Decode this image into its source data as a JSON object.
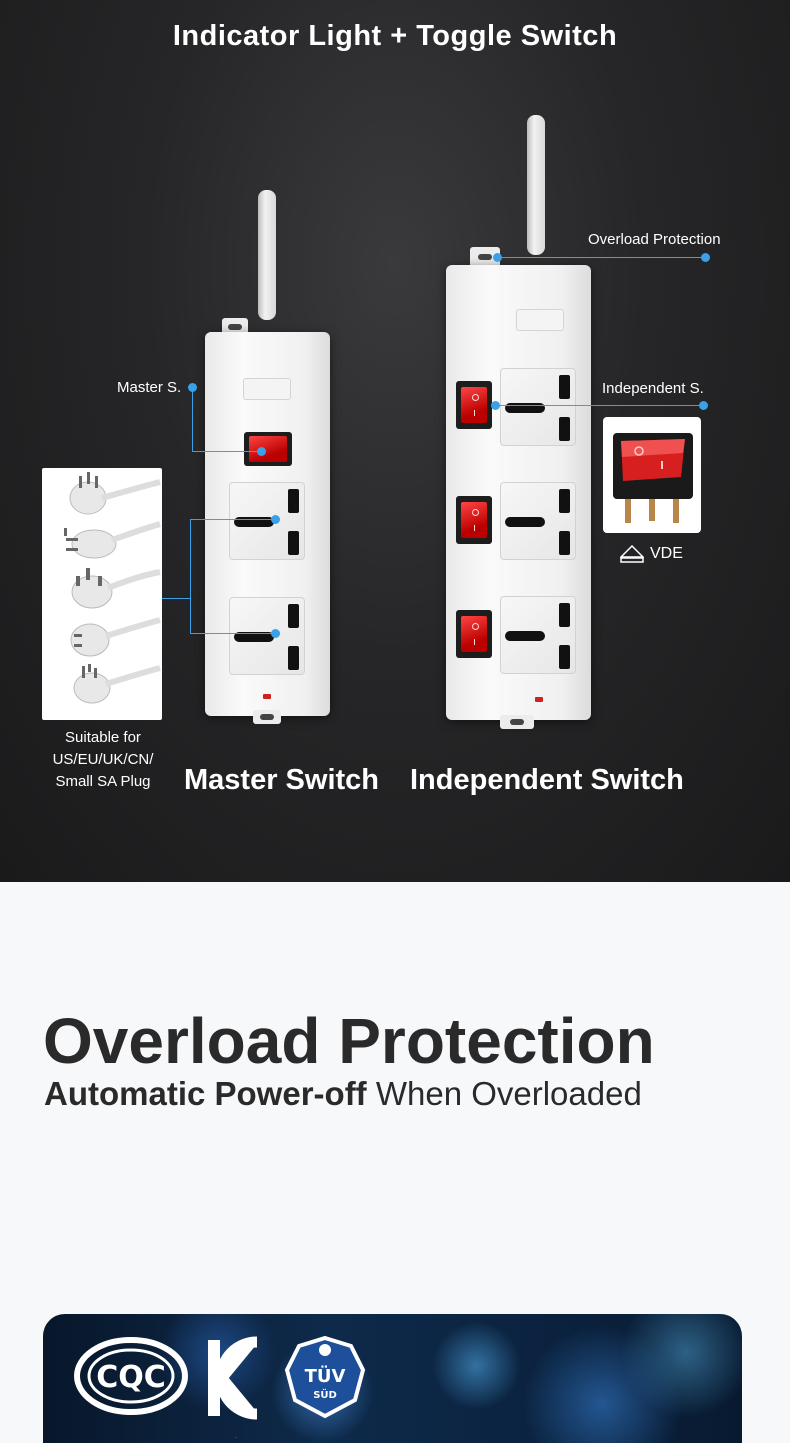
{
  "hero": {
    "title": "Indicator Light + Toggle Switch",
    "callouts": {
      "master": "Master S.",
      "overload": "Overload Protection",
      "independent": "Independent S.",
      "vde": "VDE"
    },
    "plug_compat": [
      "Suitable for",
      "US/EU/UK/CN/",
      "Small SA Plug"
    ],
    "captions": {
      "master": "Master Switch",
      "independent": "Independent Switch"
    }
  },
  "overload": {
    "title_bold": "Overload",
    "title_rest": " Protection",
    "sub_bold": "Automatic Power-off",
    "sub_rest": " When Overloaded"
  },
  "certifications": {
    "cqc": "CQC",
    "kc": "KC",
    "tuv": "TÜV",
    "tuv_sub": "SÜD"
  },
  "colors": {
    "accent": "#3aa0e8",
    "switch_red": "#d81f1f",
    "dark_bg": "#262628"
  }
}
